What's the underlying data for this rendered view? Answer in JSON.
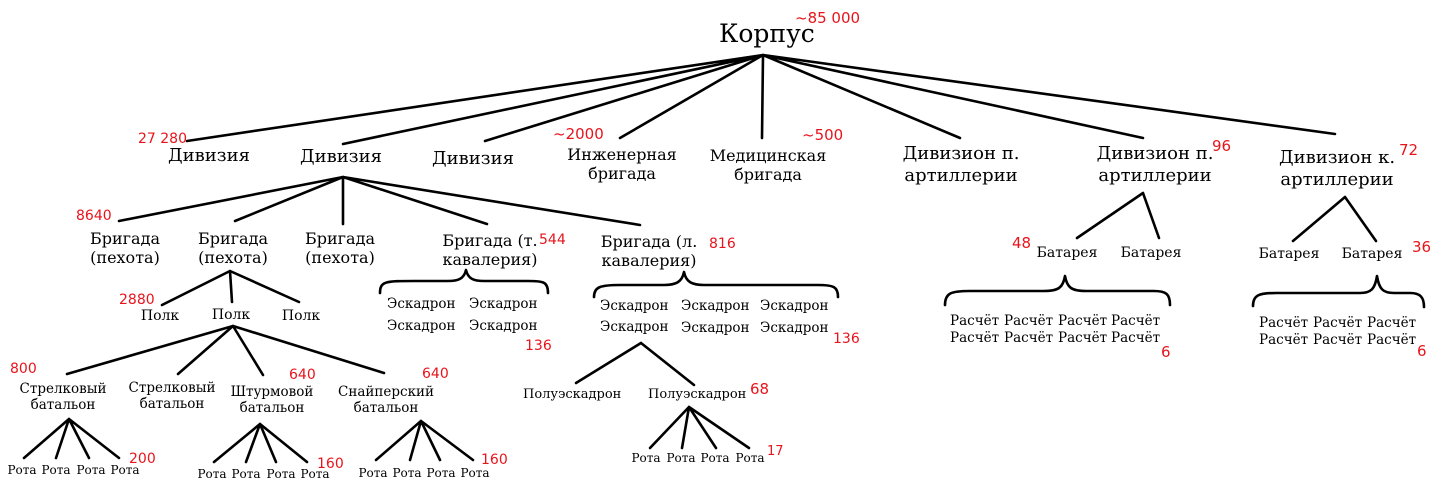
{
  "corps": {
    "label": "Корпус",
    "count": "~85 000"
  },
  "level1": {
    "division_1": "Дивизия",
    "division_1_count": "27 280",
    "division_2": "Дивизия",
    "division_3": "Дивизия",
    "engineer_brigade": "Инженерная бригада",
    "engineer_brigade_count": "~2000",
    "medical_brigade": "Медицинская бригада",
    "medical_brigade_count": "~500",
    "field_art_div_1": "Дивизион п. артиллерии",
    "field_art_div_2": "Дивизион п. артиллерии",
    "field_art_div_2_count": "96",
    "cav_art_div": "Дивизион к. артиллерии",
    "cav_art_div_count": "72"
  },
  "brigades": {
    "inf_1": "Бригада (пехота)",
    "inf_1_count": "8640",
    "inf_2": "Бригада (пехота)",
    "inf_3": "Бригада (пехота)",
    "heavy_cav": "Бригада (т. кавалерия)",
    "heavy_cav_count": "544",
    "light_cav": "Бригада (л. кавалерия)",
    "light_cav_count": "816"
  },
  "regiments": {
    "polk_1": "Полк",
    "polk_1_count": "2880",
    "polk_2": "Полк",
    "polk_3": "Полк"
  },
  "battalions": {
    "rifle_1": "Стрелковый батальон",
    "rifle_1_count": "800",
    "rifle_2": "Стрелковый батальон",
    "assault": "Штурмовой батальон",
    "assault_count": "640",
    "sniper": "Снайперский батальон",
    "sniper_count": "640"
  },
  "companies": {
    "label": "Рота",
    "group_1_count": "200",
    "group_2_count": "160",
    "group_3_count": "160",
    "group_4_count": "17"
  },
  "squadrons": {
    "label": "Эскадрон",
    "heavy_count": "136",
    "light_count": "136",
    "half_label": "Полуэскадрон",
    "half_count": "68"
  },
  "batteries": {
    "label": "Батарея",
    "field_count": "48",
    "cav_count": "36"
  },
  "crews": {
    "label": "Расчёт",
    "field_count": "6",
    "cav_count": "6"
  }
}
